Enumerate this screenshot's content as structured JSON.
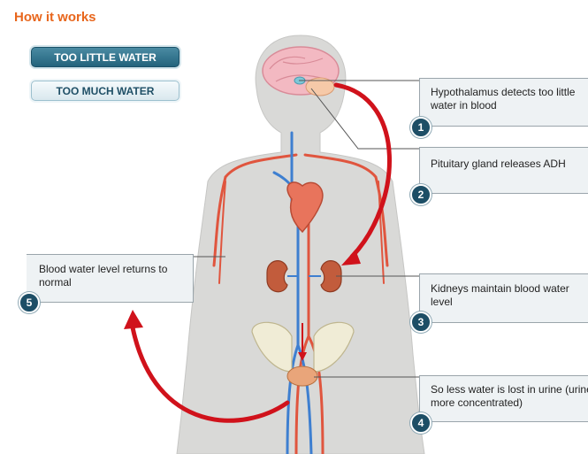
{
  "header": {
    "title": "How it works"
  },
  "toggle": {
    "too_little": "TOO LITTLE WATER",
    "too_much": "TOO MUCH WATER",
    "selected": "TOO LITTLE WATER"
  },
  "steps": [
    {
      "number": "1",
      "text": "Hypothalamus detects too little water in blood"
    },
    {
      "number": "2",
      "text": "Pituitary gland releases ADH"
    },
    {
      "number": "3",
      "text": "Kidneys maintain blood water level"
    },
    {
      "number": "4",
      "text": "So less water is lost in urine (urine more concentrated)"
    },
    {
      "number": "5",
      "text": "Blood water level returns to normal"
    }
  ],
  "colors": {
    "accent": "#e8661c",
    "button": "#2f7590",
    "badge": "#1d4e66",
    "arrow": "#d0121b"
  }
}
